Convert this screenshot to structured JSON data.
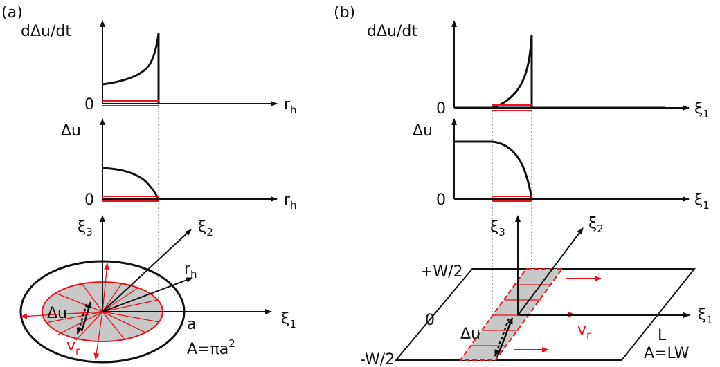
{
  "panel_a": {
    "tag": "(a)",
    "top_plot": {
      "y_label": "dΔu/dt",
      "zero": "0",
      "x_label": "r",
      "x_sub": "h"
    },
    "mid_plot": {
      "y_label": "Δu",
      "zero": "0",
      "x_label": "r",
      "x_sub": "h"
    },
    "crack": {
      "axis3": "ξ",
      "axis3_sub": "3",
      "axis2": "ξ",
      "axis2_sub": "2",
      "axis1": "ξ",
      "axis1_sub": "1",
      "radius": "r",
      "radius_sub": "h",
      "slip": "Δu",
      "rupture_velocity": "v",
      "rupture_velocity_sub": "r",
      "a_label": "a",
      "area_prefix": "A=πa",
      "area_exp": "2"
    }
  },
  "panel_b": {
    "tag": "(b)",
    "top_plot": {
      "y_label": "dΔu/dt",
      "zero": "0",
      "x_label": "ξ",
      "x_sub": "1"
    },
    "mid_plot": {
      "y_label": "Δu",
      "zero": "0",
      "x_label": "ξ",
      "x_sub": "1"
    },
    "fault": {
      "axis3": "ξ",
      "axis3_sub": "3",
      "axis2": "ξ",
      "axis2_sub": "2",
      "axis1": "ξ",
      "axis1_sub": "1",
      "plus_w": "+W/2",
      "zero": "0",
      "minus_w": "-W/2",
      "slip": "Δu",
      "rupture_velocity": "v",
      "rupture_velocity_sub": "r",
      "length": "L",
      "area": "A=LW"
    }
  },
  "colors": {
    "ink": "#111111",
    "accent": "#e8131c",
    "fill": "#c8c8c8",
    "guide": "#555555"
  }
}
